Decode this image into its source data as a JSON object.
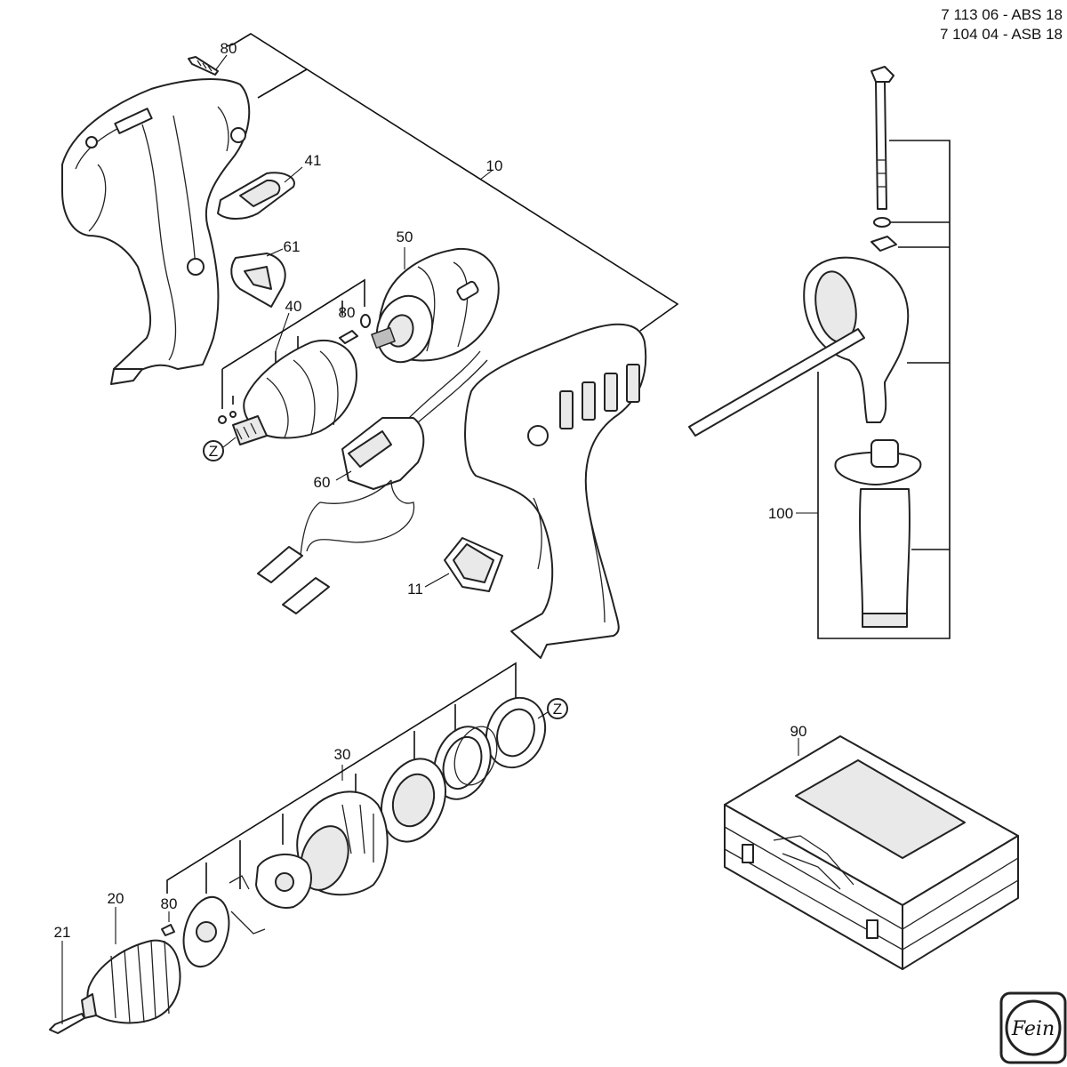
{
  "header": {
    "line1": "7 113 06 - ABS 18",
    "line2": "7 104 04 - ASB 18"
  },
  "callouts": {
    "p80_top": "80",
    "p41": "41",
    "p10": "10",
    "p61": "61",
    "p50": "50",
    "p40": "40",
    "p80_mid": "80",
    "z_mid": "Z",
    "p60": "60",
    "p11": "11",
    "p100": "100",
    "p30": "30",
    "z_bottom": "Z",
    "p90": "90",
    "p20": "20",
    "p80_bottom": "80",
    "p21": "21"
  },
  "logo": {
    "text": "Fein"
  },
  "colors": {
    "line": "#222222",
    "fill_light": "#e9e9e9",
    "fill_dark": "#bdbdbd",
    "background": "#ffffff"
  }
}
